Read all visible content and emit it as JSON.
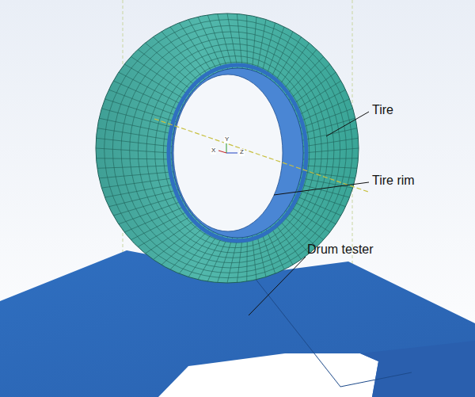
{
  "diagram": {
    "labels": [
      "Tire",
      "Tire rim",
      "Drum tester",
      "Y",
      "X",
      "Z"
    ]
  }
}
